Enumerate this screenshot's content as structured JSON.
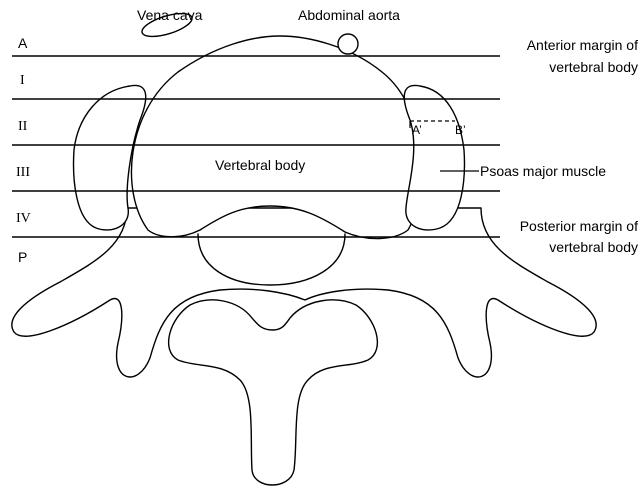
{
  "vessels": {
    "vena_cava": "Vena cava",
    "abdominal_aorta": "Abdominal aorta"
  },
  "zones": {
    "anterior": "A",
    "zone_1": "I",
    "zone_2": "II",
    "zone_3": "III",
    "zone_4": "IV",
    "posterior": "P"
  },
  "structures": {
    "vertebral_body": "Vertebral body",
    "psoas": "Psoas major muscle"
  },
  "margins": {
    "anterior_line1": "Anterior margin of",
    "anterior_line2": "vertebral body",
    "posterior_line1": "Posterior margin of",
    "posterior_line2": "vertebral body"
  },
  "points": {
    "a_prime": "A’",
    "b_prime": "B’"
  }
}
